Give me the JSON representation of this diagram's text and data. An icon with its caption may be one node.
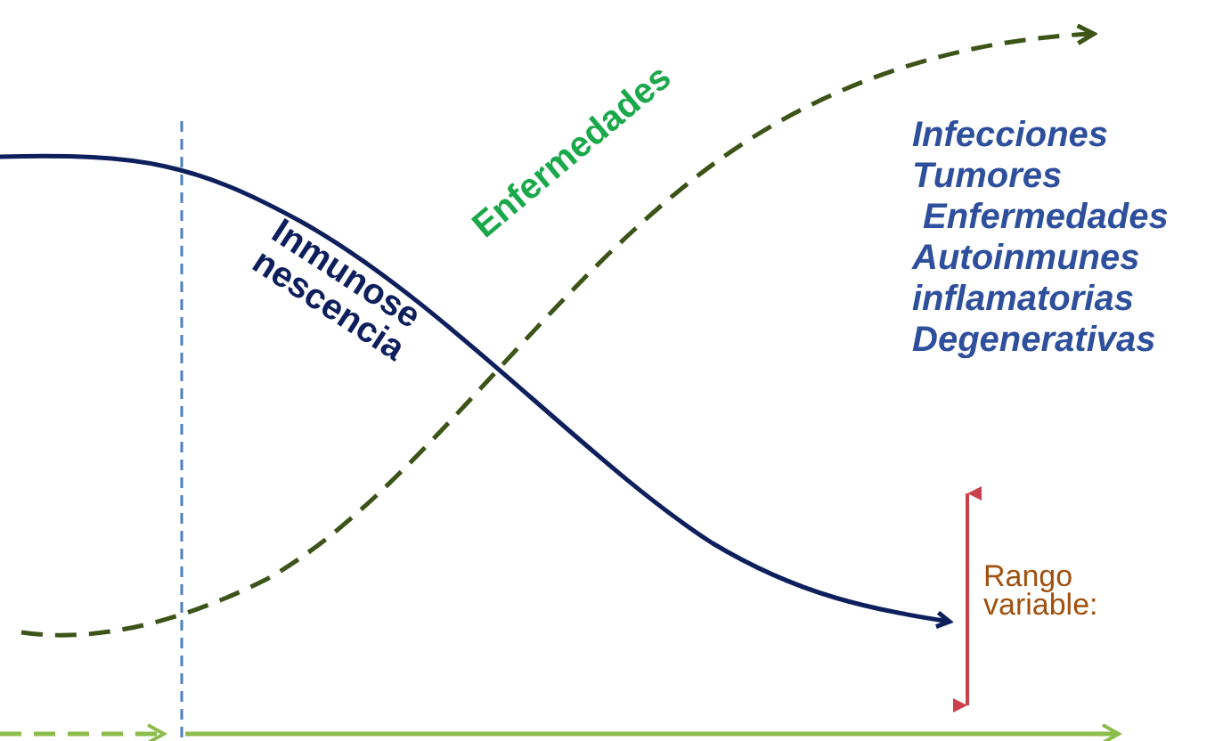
{
  "diagram": {
    "labels": [
      "Inmunose nescencia",
      "Enfermedades",
      "Infecciones",
      "Tumores",
      "Enfermedades",
      "Autoinmunes",
      "inflamatorias",
      "Degenerativas",
      "Rango variable:"
    ]
  }
}
